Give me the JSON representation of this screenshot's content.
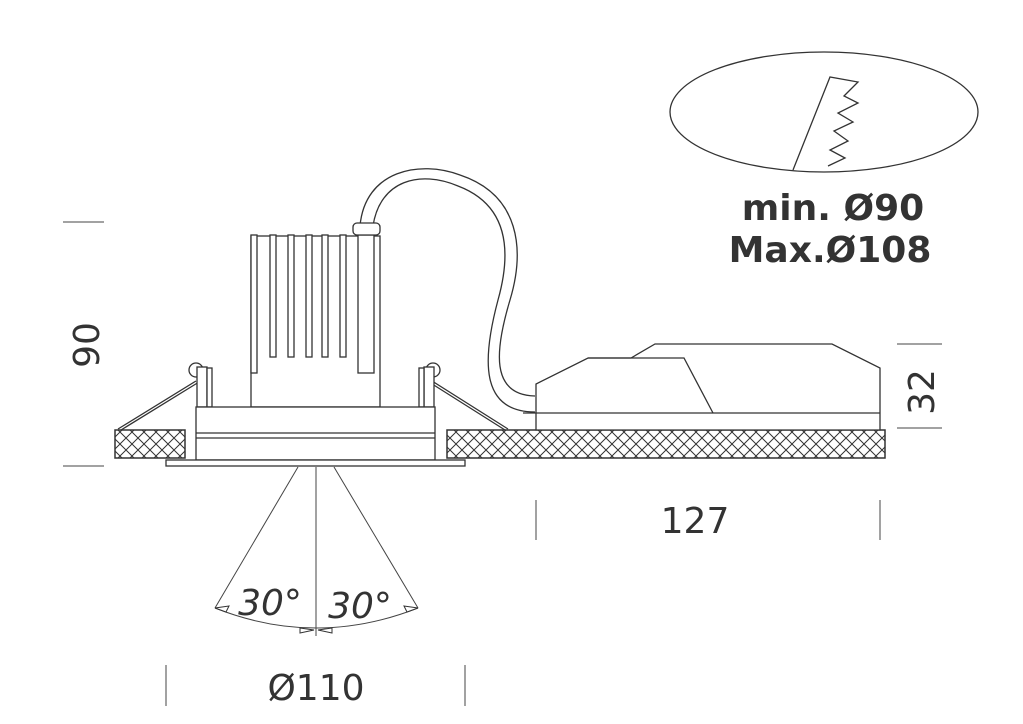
{
  "dimensions": {
    "height_total": "90",
    "driver_height": "32",
    "driver_length": "127",
    "diameter": "Ø110",
    "beam_left": "30°",
    "beam_right": "30°"
  },
  "cutout": {
    "min": "min. Ø90",
    "max": "Max.Ø108"
  },
  "colors": {
    "line": "#333333",
    "background": "#ffffff"
  }
}
